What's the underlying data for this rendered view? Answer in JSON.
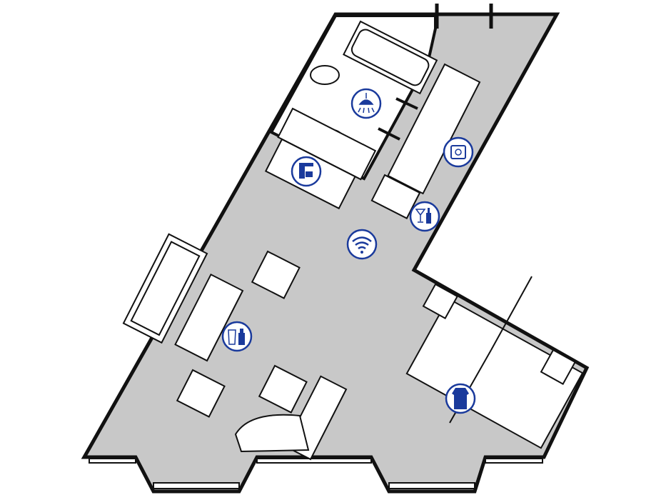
{
  "plan": {
    "colors": {
      "floor": "#c8c8c8",
      "wall": "#111111",
      "furniture": "#ffffff",
      "icon": "#1a3a9c",
      "background": "#ffffff"
    },
    "icons": [
      {
        "id": "shower",
        "name": "shower-icon"
      },
      {
        "id": "coffee",
        "name": "coffee-machine-icon"
      },
      {
        "id": "safe",
        "name": "safe-icon"
      },
      {
        "id": "minibar",
        "name": "minibar-icon"
      },
      {
        "id": "wifi",
        "name": "wifi-icon"
      },
      {
        "id": "water",
        "name": "water-bottle-icon"
      },
      {
        "id": "bathrobe",
        "name": "bathrobe-icon"
      }
    ]
  }
}
